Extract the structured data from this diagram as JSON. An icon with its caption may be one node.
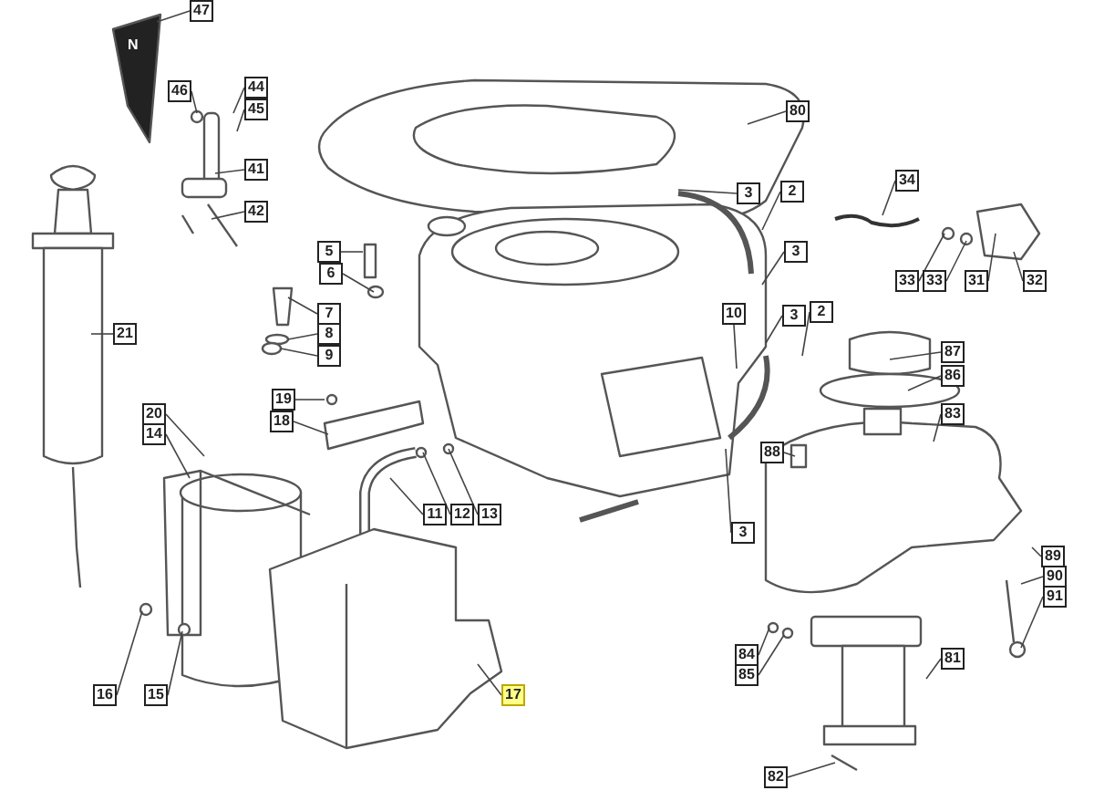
{
  "diagram": {
    "nodes": [
      {
        "text": [
          "47"
        ]
      },
      {
        "text": [
          "46"
        ]
      },
      {
        "text": [
          "44"
        ]
      },
      {
        "text": [
          "45"
        ]
      },
      {
        "text": [
          "80"
        ]
      },
      {
        "text": [
          "41"
        ]
      },
      {
        "text": [
          "34"
        ]
      },
      {
        "text": [
          "3"
        ]
      },
      {
        "text": [
          "2"
        ]
      },
      {
        "text": [
          "42"
        ]
      },
      {
        "text": [
          "5"
        ]
      },
      {
        "text": [
          "3"
        ]
      },
      {
        "text": [
          "6"
        ]
      },
      {
        "text": [
          "33"
        ]
      },
      {
        "text": [
          "33"
        ]
      },
      {
        "text": [
          "31"
        ]
      },
      {
        "text": [
          "32"
        ]
      },
      {
        "text": [
          "7"
        ]
      },
      {
        "text": [
          "10"
        ]
      },
      {
        "text": [
          "3"
        ]
      },
      {
        "text": [
          "2"
        ]
      },
      {
        "text": [
          "8"
        ]
      },
      {
        "text": [
          "21"
        ]
      },
      {
        "text": [
          "9"
        ]
      },
      {
        "text": [
          "87"
        ]
      },
      {
        "text": [
          "86"
        ]
      },
      {
        "text": [
          "19"
        ]
      },
      {
        "text": [
          "18"
        ]
      },
      {
        "text": [
          "20"
        ]
      },
      {
        "text": [
          "14"
        ]
      },
      {
        "text": [
          "83"
        ]
      },
      {
        "text": [
          "88"
        ]
      },
      {
        "text": [
          "11"
        ]
      },
      {
        "text": [
          "12"
        ]
      },
      {
        "text": [
          "13"
        ]
      },
      {
        "text": [
          "3"
        ]
      },
      {
        "text": [
          "89"
        ]
      },
      {
        "text": [
          "90"
        ]
      },
      {
        "text": [
          "91"
        ]
      },
      {
        "text": [
          "84"
        ]
      },
      {
        "text": [
          "81"
        ]
      },
      {
        "text": [
          "85"
        ]
      },
      {
        "text": [
          "16"
        ]
      },
      {
        "text": [
          "15"
        ]
      },
      {
        "text": [
          "17"
        ]
      },
      {
        "text": [
          "82"
        ]
      }
    ],
    "edges": [
      {
        "from": 0,
        "to": null,
        "arrow": "none"
      },
      {
        "from": 1,
        "to": null,
        "arrow": "none"
      },
      {
        "from": 2,
        "to": null,
        "arrow": "none"
      },
      {
        "from": 3,
        "to": null,
        "arrow": "none"
      },
      {
        "from": 4,
        "to": null,
        "arrow": "none"
      },
      {
        "from": 5,
        "to": null,
        "arrow": "none"
      },
      {
        "from": 6,
        "to": null,
        "arrow": "none"
      },
      {
        "from": 7,
        "to": null,
        "arrow": "none"
      },
      {
        "from": 8,
        "to": null,
        "arrow": "none"
      },
      {
        "from": 9,
        "to": null,
        "arrow": "none"
      },
      {
        "from": 10,
        "to": null,
        "arrow": "none"
      },
      {
        "from": 11,
        "to": null,
        "arrow": "none"
      },
      {
        "from": 12,
        "to": null,
        "arrow": "none"
      },
      {
        "from": 13,
        "to": null,
        "arrow": "none"
      },
      {
        "from": 14,
        "to": null,
        "arrow": "none"
      },
      {
        "from": 15,
        "to": null,
        "arrow": "none"
      },
      {
        "from": 16,
        "to": null,
        "arrow": "none"
      },
      {
        "from": 17,
        "to": null,
        "arrow": "none"
      },
      {
        "from": 18,
        "to": null,
        "arrow": "none"
      },
      {
        "from": 19,
        "to": null,
        "arrow": "none"
      },
      {
        "from": 20,
        "to": null,
        "arrow": "none"
      },
      {
        "from": 21,
        "to": null,
        "arrow": "none"
      },
      {
        "from": 22,
        "to": null,
        "arrow": "none"
      },
      {
        "from": 23,
        "to": null,
        "arrow": "none"
      },
      {
        "from": 24,
        "to": null,
        "arrow": "none"
      },
      {
        "from": 25,
        "to": null,
        "arrow": "none"
      },
      {
        "from": 26,
        "to": null,
        "arrow": "none"
      },
      {
        "from": 27,
        "to": null,
        "arrow": "none"
      },
      {
        "from": 28,
        "to": null,
        "arrow": "none"
      },
      {
        "from": 29,
        "to": null,
        "arrow": "none"
      },
      {
        "from": 30,
        "to": null,
        "arrow": "none"
      },
      {
        "from": 31,
        "to": null,
        "arrow": "none"
      },
      {
        "from": 32,
        "to": null,
        "arrow": "none"
      },
      {
        "from": 33,
        "to": null,
        "arrow": "none"
      },
      {
        "from": 34,
        "to": null,
        "arrow": "none"
      },
      {
        "from": 35,
        "to": null,
        "arrow": "none"
      },
      {
        "from": 36,
        "to": null,
        "arrow": "none"
      },
      {
        "from": 37,
        "to": null,
        "arrow": "none"
      },
      {
        "from": 38,
        "to": null,
        "arrow": "none"
      },
      {
        "from": 39,
        "to": null,
        "arrow": "none"
      },
      {
        "from": 40,
        "to": null,
        "arrow": "none"
      },
      {
        "from": 41,
        "to": null,
        "arrow": "none"
      },
      {
        "from": 42,
        "to": null,
        "arrow": "none"
      },
      {
        "from": 43,
        "to": null,
        "arrow": "none"
      },
      {
        "from": 44,
        "to": null,
        "arrow": "none"
      },
      {
        "from": 45,
        "to": null,
        "arrow": "none"
      }
    ],
    "labels": [
      "N"
    ]
  }
}
